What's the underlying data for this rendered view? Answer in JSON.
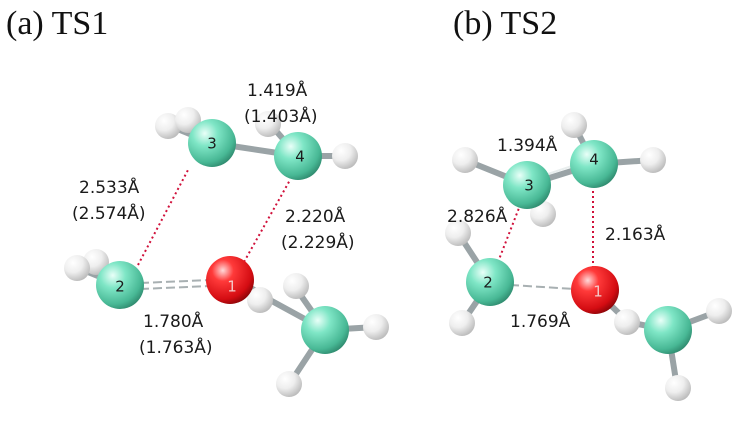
{
  "panels": [
    {
      "title": "(a) TS1",
      "atoms": {
        "c3": "3",
        "c4": "4",
        "c2": "2",
        "o1": "1"
      },
      "distances": {
        "bond_34": "1.419Å",
        "bond_34_alt": "(1.403Å)",
        "dist_23": "2.533Å",
        "dist_23_alt": "(2.574Å)",
        "dist_14": "2.220Å",
        "dist_14_alt": "(2.229Å)",
        "bond_12": "1.780Å",
        "bond_12_alt": "(1.763Å)"
      }
    },
    {
      "title": "(b) TS2",
      "atoms": {
        "c3": "3",
        "c4": "4",
        "c2": "2",
        "o1": "1"
      },
      "distances": {
        "bond_34": "1.394Å",
        "dist_23": "2.826Å",
        "dist_14": "2.163Å",
        "bond_12": "1.769Å"
      }
    }
  ],
  "colors": {
    "carbon": "#5fd3b0",
    "oxygen": "#e0121c",
    "hydrogen": "#e6e6e6",
    "contact_line": "#d0103a",
    "bond": "#9aa3a6"
  }
}
